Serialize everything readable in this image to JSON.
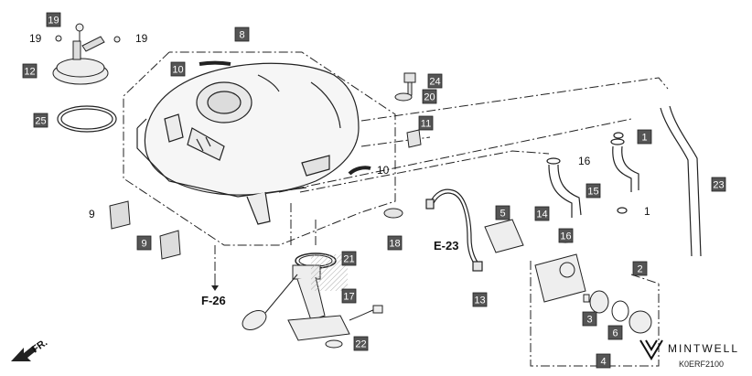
{
  "diagram": {
    "boxed_callouts": [
      "19",
      "12",
      "25",
      "9",
      "24",
      "20",
      "11",
      "8",
      "10",
      "21",
      "17",
      "22",
      "13",
      "5",
      "16",
      "14",
      "15",
      "1",
      "2",
      "3",
      "4",
      "6",
      "23",
      "18"
    ],
    "plain_callouts": [
      "19",
      "19",
      "10",
      "16",
      "1",
      "9"
    ],
    "refs": {
      "f26": "F-26",
      "e23": "E-23"
    },
    "direction": {
      "label": "FR."
    },
    "watermark": {
      "brand": "MINTWELL",
      "code": "K0ERF2100"
    }
  },
  "colors": {
    "callout_bg": "#555555",
    "line": "#222222",
    "hatch": "#999999"
  }
}
